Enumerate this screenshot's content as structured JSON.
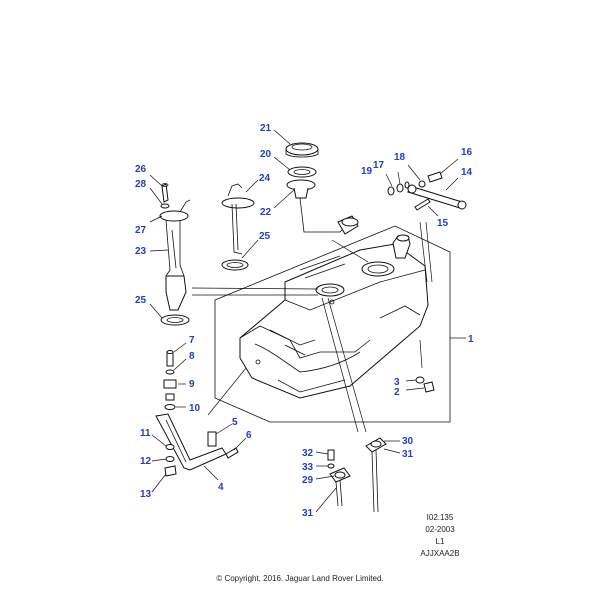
{
  "callouts": [
    {
      "id": "c21",
      "label": "21"
    },
    {
      "id": "c20",
      "label": "20"
    },
    {
      "id": "c24",
      "label": "24"
    },
    {
      "id": "c22",
      "label": "22"
    },
    {
      "id": "c25a",
      "label": "25"
    },
    {
      "id": "c26",
      "label": "26"
    },
    {
      "id": "c28",
      "label": "28"
    },
    {
      "id": "c27",
      "label": "27"
    },
    {
      "id": "c23",
      "label": "23"
    },
    {
      "id": "c25b",
      "label": "25"
    },
    {
      "id": "c19",
      "label": "19"
    },
    {
      "id": "c17",
      "label": "17"
    },
    {
      "id": "c18",
      "label": "18"
    },
    {
      "id": "c16",
      "label": "16"
    },
    {
      "id": "c14",
      "label": "14"
    },
    {
      "id": "c15",
      "label": "15"
    },
    {
      "id": "c1",
      "label": "1"
    },
    {
      "id": "c3",
      "label": "3"
    },
    {
      "id": "c2",
      "label": "2"
    },
    {
      "id": "c7",
      "label": "7"
    },
    {
      "id": "c8",
      "label": "8"
    },
    {
      "id": "c9",
      "label": "9"
    },
    {
      "id": "c10",
      "label": "10"
    },
    {
      "id": "c5",
      "label": "5"
    },
    {
      "id": "c6",
      "label": "6"
    },
    {
      "id": "c11",
      "label": "11"
    },
    {
      "id": "c12",
      "label": "12"
    },
    {
      "id": "c4",
      "label": "4"
    },
    {
      "id": "c13",
      "label": "13"
    },
    {
      "id": "c30",
      "label": "30"
    },
    {
      "id": "c32",
      "label": "32"
    },
    {
      "id": "c31a",
      "label": "31"
    },
    {
      "id": "c33",
      "label": "33"
    },
    {
      "id": "c29",
      "label": "29"
    },
    {
      "id": "c31b",
      "label": "31"
    }
  ],
  "meta": {
    "ref": "I02.135",
    "date": "02-2003",
    "level": "L1",
    "code": "AJJXAA2B"
  },
  "copyright": "© Copyright, 2016. Jaguar Land Rover Limited.",
  "colors": {
    "callout": "#1f3fc8",
    "line": "#111111"
  }
}
